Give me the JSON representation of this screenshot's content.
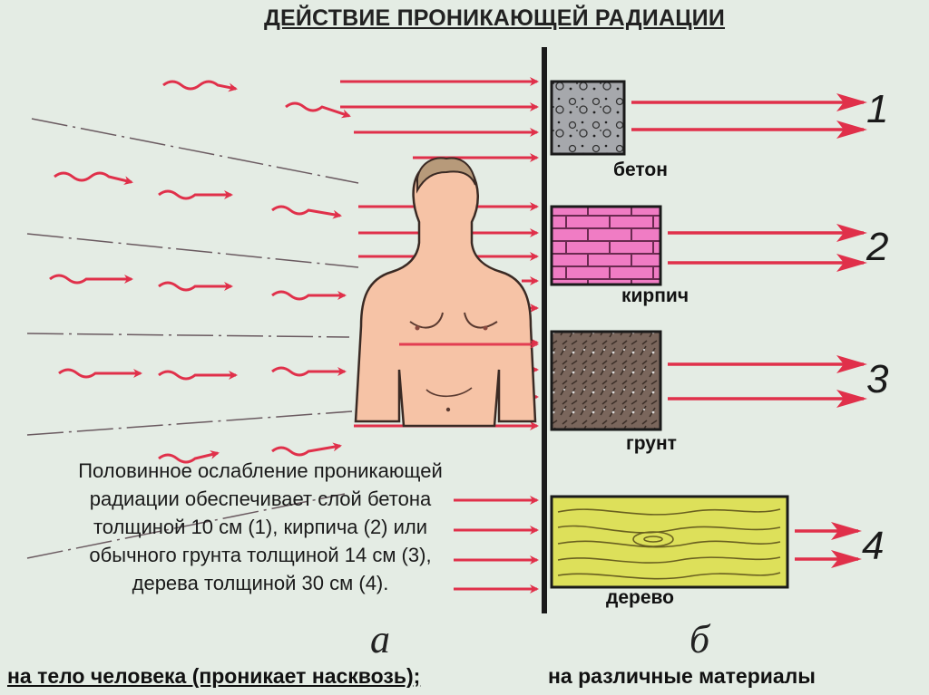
{
  "title": "ДЕЙСТВИЕ ПРОНИКАЮЩЕЙ РАДИАЦИИ",
  "materials": [
    {
      "number": "1",
      "name": "бетон"
    },
    {
      "number": "2",
      "name": "кирпич"
    },
    {
      "number": "3",
      "name": "грунт"
    },
    {
      "number": "4",
      "name": "дерево"
    }
  ],
  "note_lines": [
    "Половинное ослабление проникающей",
    "радиации обеспечивает слой бетона",
    "толщиной 10 см (1), кирпича (2) или",
    "обычного грунта толщиной 14 см (3),",
    "дерева толщиной 30 см (4)."
  ],
  "panel_letters": {
    "a": "а",
    "b": "б"
  },
  "captions": {
    "left": "на тело человека (проникает насквозь);",
    "right": "на различные материалы"
  },
  "colors": {
    "arrow": "#e0304a",
    "concrete": "#a6a8ac",
    "brick": "#f07cc4",
    "soil": "#7a665c",
    "wood": "#dde05a",
    "background": "#e4ece4"
  }
}
